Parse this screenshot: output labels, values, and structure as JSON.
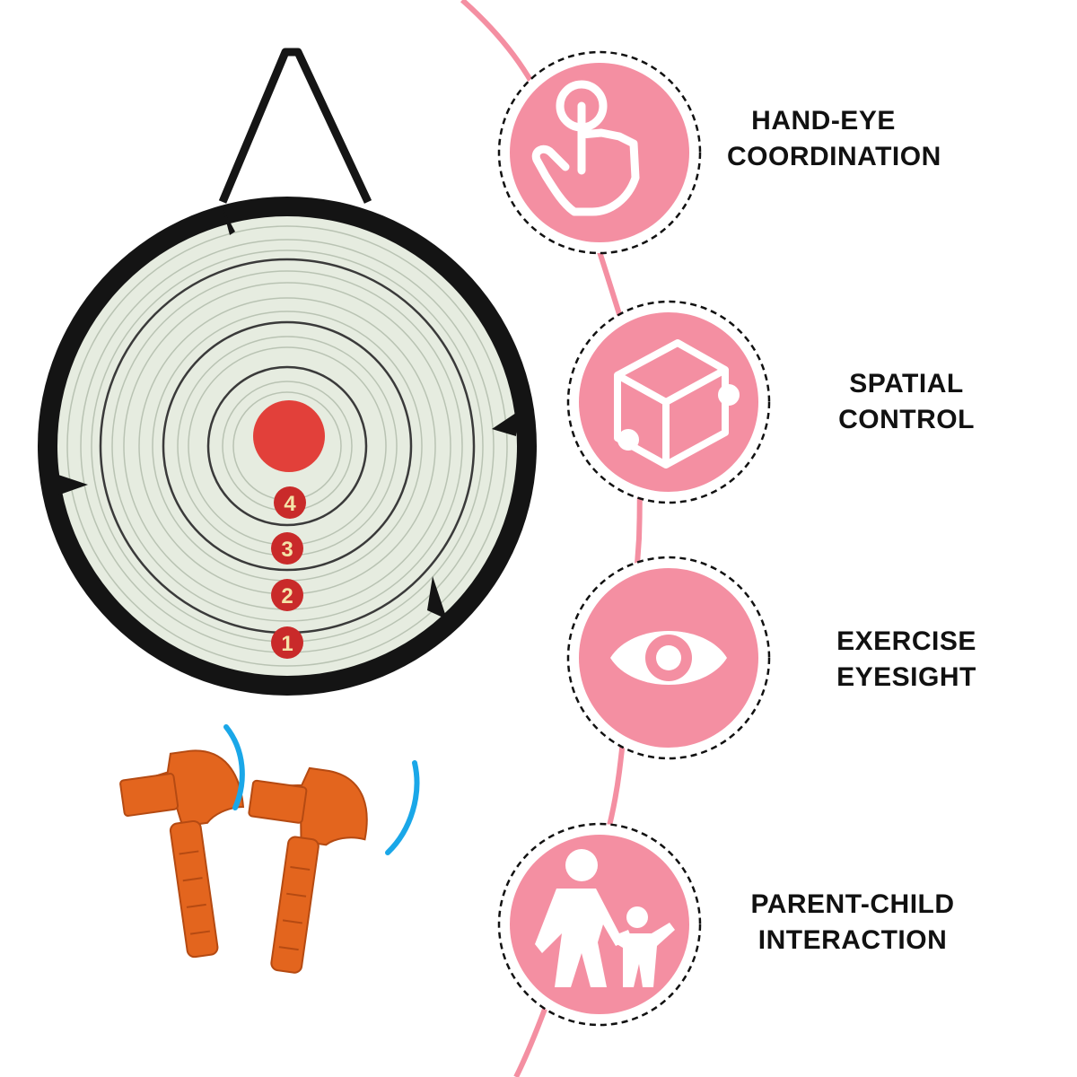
{
  "accent_pink": "#f48fa2",
  "target": {
    "score_labels": [
      "4",
      "3",
      "2",
      "1"
    ],
    "bullseye_color": "#e2403a",
    "icon": "axe-throwing-target"
  },
  "props": [
    {
      "icon": "toy-axe-icon",
      "color": "#e3651e"
    },
    {
      "icon": "toy-axe-icon",
      "color": "#e3651e"
    }
  ],
  "features": [
    {
      "icon": "tap-finger-icon",
      "line1": "HAND-EYE",
      "line2": "COORDINATION"
    },
    {
      "icon": "cube-icon",
      "line1": "SPATIAL",
      "line2": "CONTROL"
    },
    {
      "icon": "eye-icon",
      "line1": "EXERCISE",
      "line2": "EYESIGHT"
    },
    {
      "icon": "parent-child-icon",
      "line1": "PARENT-CHILD",
      "line2": "INTERACTION"
    }
  ]
}
